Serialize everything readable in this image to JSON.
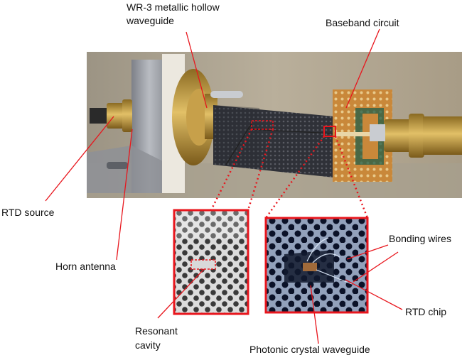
{
  "labels": {
    "waveguide_line1": "WR-3 metallic hollow",
    "waveguide_line2": "waveguide",
    "baseband": "Baseband circuit",
    "rtd_source": "RTD source",
    "horn": "Horn antenna",
    "bonding": "Bonding wires",
    "rtd_chip": "RTD chip",
    "cavity_line1": "Resonant",
    "cavity_line2": "cavity",
    "pcw": "Photonic crystal waveguide"
  },
  "colors": {
    "annotation": "#e8161d",
    "background": "#ffffff",
    "photo_wall": "#b7ab96",
    "brass": "#c9a14a",
    "pcb": "#c98a3a",
    "crystal": "#3b3d45"
  }
}
